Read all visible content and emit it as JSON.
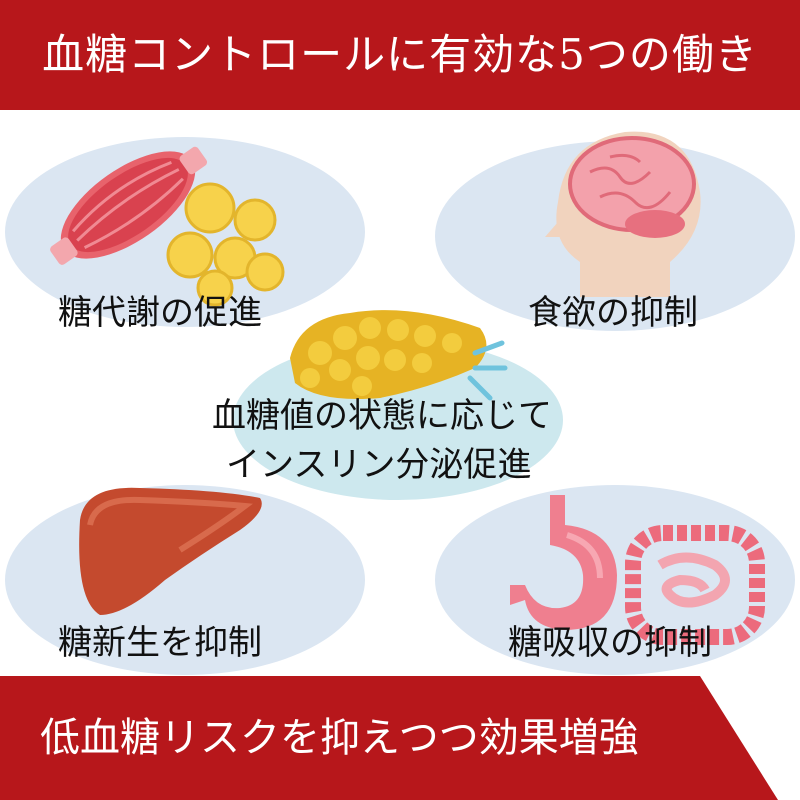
{
  "header": {
    "title": "血糖コントロールに有効な5つの働き"
  },
  "effects": {
    "glucose_metabolism": "糖代謝の促進",
    "appetite": "食欲の抑制",
    "insulin_line1": "血糖値の状態に応じて",
    "insulin_line2": "インスリン分泌促進",
    "gluconeogenesis": "糖新生を抑制",
    "absorption": "糖吸収の抑制"
  },
  "footer": {
    "text": "低血糖リスクを抑えつつ効果増強"
  },
  "colors": {
    "brand_red": "#b7171b",
    "panel_blue": "#dbe6f2",
    "panel_teal": "#cde8ee"
  },
  "icons": [
    "muscle-icon",
    "fat-cells-icon",
    "brain-head-icon",
    "pancreas-icon",
    "liver-icon",
    "stomach-icon",
    "intestine-icon"
  ]
}
